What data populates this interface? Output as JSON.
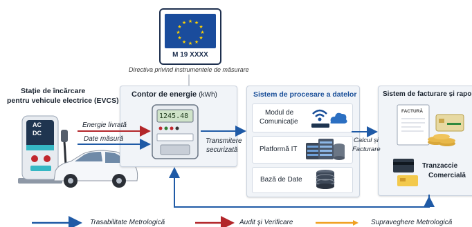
{
  "eu_mark": {
    "code": "M 19 XXXX"
  },
  "directive_caption": "Directiva privind instrumentele de măsurare",
  "evcs": {
    "title_line1": "Stație de încărcare",
    "title_line2": "pentru vehicule electrice (EVCS)",
    "ac_label": "AC",
    "dc_label": "DC"
  },
  "flows": {
    "energy_delivered": "Energie livrată",
    "measured_data": "Date măsură",
    "secure_transmission_line1": "Transmitere",
    "secure_transmission_line2": "securizată",
    "calc_billing_line1": "Calcul și",
    "calc_billing_line2": "Facturare"
  },
  "meter_panel": {
    "title": "Contor de energie",
    "unit": "(kWh)",
    "display_reading": "1245.48"
  },
  "processing_panel": {
    "title": "Sistem de procesare a datelor",
    "modules": [
      {
        "line1": "Modul de",
        "line2": "Comunicație"
      },
      {
        "line1": "Platformă IT",
        "line2": ""
      },
      {
        "line1": "Bază de Date",
        "line2": ""
      }
    ]
  },
  "billing_panel": {
    "title": "Sistem de facturare și raportare",
    "invoice_label": "FACTURĂ",
    "transaction_line1": "Tranzaccie",
    "transaction_line2": "Comercială"
  },
  "legend": [
    {
      "label": "Trasabilitate Metrologică",
      "color": "#1f5aa6"
    },
    {
      "label": "Audit și Verificare",
      "color": "#b3262a"
    },
    {
      "label": "Supraveghere Metrologică",
      "color": "#f0a020"
    }
  ],
  "colors": {
    "eu_blue": "#1a4c9c",
    "eu_star": "#ffd200",
    "flow_blue": "#1f5aa6",
    "flow_red": "#b3262a"
  }
}
